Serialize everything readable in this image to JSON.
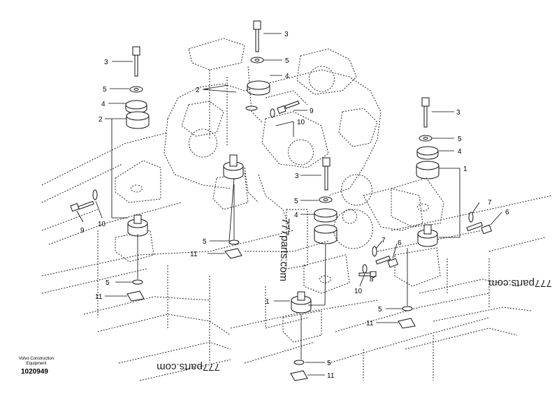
{
  "brand": {
    "line1": "Volvo Construction",
    "line2": "Equipment"
  },
  "document_number": "1020949",
  "watermarks": [
    "777parts.com",
    "777parts.com",
    "777parts.com"
  ],
  "callouts": [
    "1",
    "2",
    "3",
    "4",
    "5",
    "6",
    "7",
    "8",
    "9",
    "10",
    "11"
  ],
  "colors": {
    "line": "#111111",
    "background": "#ffffff"
  }
}
